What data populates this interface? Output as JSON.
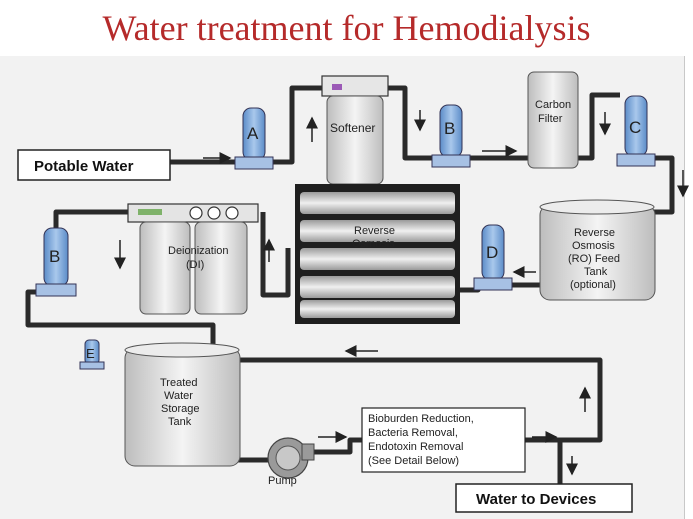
{
  "title": "Water treatment for Hemodialysis",
  "labels": {
    "potable_water": "Potable Water",
    "softener": "Softener",
    "carbon_filter_1": "Carbon",
    "carbon_filter_2": "Filter",
    "reverse_osmosis_1": "Reverse",
    "reverse_osmosis_2": "Osmosis",
    "ro_tank_1": "Reverse",
    "ro_tank_2": "Osmosis",
    "ro_tank_3": "(RO) Feed",
    "ro_tank_4": "Tank",
    "ro_tank_5": "(optional)",
    "deionization_1": "Deionization",
    "deionization_2": "(DI)",
    "storage_1": "Treated",
    "storage_2": "Water",
    "storage_3": "Storage",
    "storage_4": "Tank",
    "bioburden_1": "Bioburden Reduction,",
    "bioburden_2": "Bacteria Removal,",
    "bioburden_3": "Endotoxin Removal",
    "bioburden_4": "(See Detail Below)",
    "pump": "Pump",
    "water_to_devices": "Water to Devices"
  },
  "filters": {
    "a": "A",
    "b_top": "B",
    "c": "C",
    "d": "D",
    "b_left": "B",
    "e": "E"
  },
  "colors": {
    "title": "#b52a2a",
    "filter_blue": "#8ab0dc",
    "pipe": "#2a2a2a"
  }
}
